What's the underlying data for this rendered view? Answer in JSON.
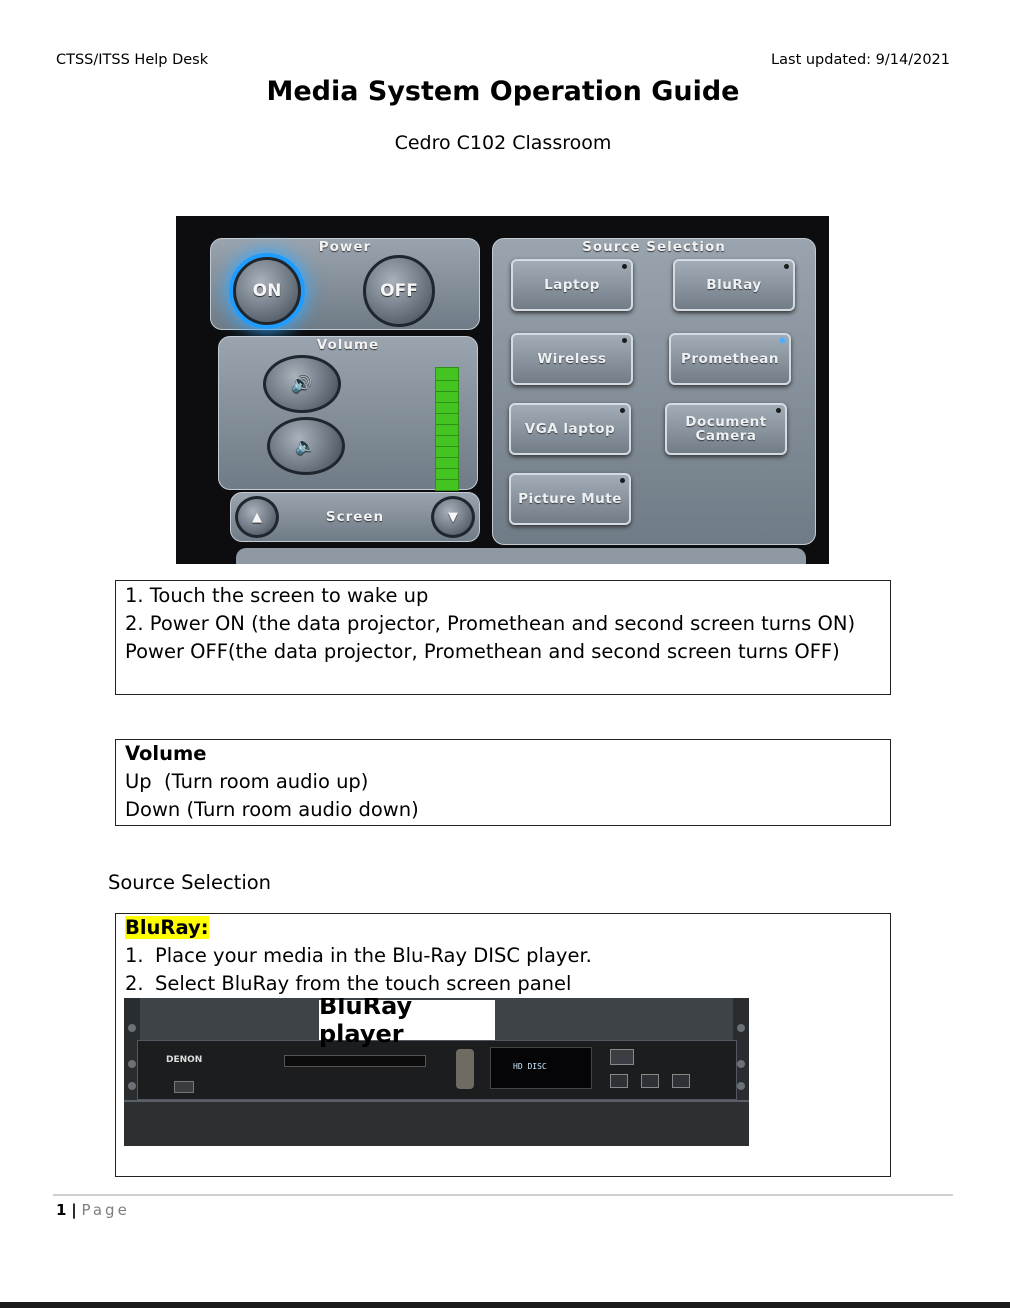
{
  "header": {
    "left": "CTSS/ITSS Help Desk",
    "right": "Last updated: 9/14/2021"
  },
  "title": "Media System Operation Guide",
  "subtitle": "Cedro C102 Classroom",
  "touch_panel": {
    "power_label": "Power",
    "on_label": "ON",
    "off_label": "OFF",
    "volume_label": "Volume",
    "volume_level_bars": 11,
    "screen_label": "Screen",
    "source_label": "Source Selection",
    "sources": [
      "Laptop",
      "BluRay",
      "Wireless",
      "Promethean",
      "VGA laptop",
      "Document Camera",
      "Picture Mute"
    ]
  },
  "power_box": {
    "lines": [
      "1. Touch the screen to wake up",
      "2. Power ON (the data projector, Promethean and second screen turns ON)",
      "Power OFF(the data projector, Promethean and second screen turns OFF)"
    ]
  },
  "volume_box": {
    "heading": "Volume",
    "lines": [
      "Up  (Turn room audio up)",
      "Down (Turn room audio down)"
    ]
  },
  "source_heading": "Source Selection",
  "bluray_box": {
    "heading": "BluRay:",
    "steps": [
      {
        "num": "1.",
        "text": "Place your media in the Blu-Ray DISC player."
      },
      {
        "num": "2.",
        "text": "Select BluRay from the touch screen panel"
      }
    ],
    "photo_label": "BluRay player",
    "device_brand": "DENON",
    "display_text": "HD DISC"
  },
  "footer": {
    "page_num": "1",
    "sep": "|",
    "page_word": "Page"
  }
}
